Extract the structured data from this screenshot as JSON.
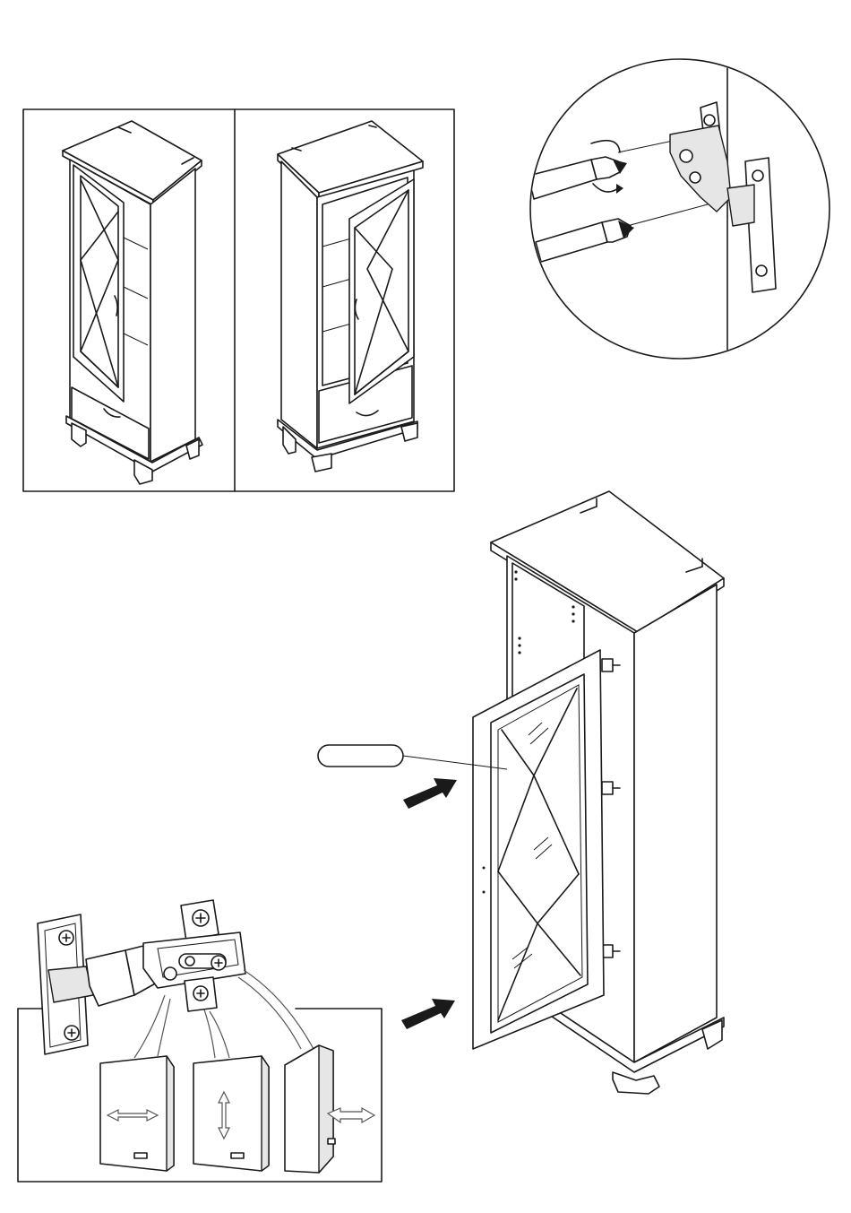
{
  "figure": {
    "callout_label": "",
    "panels": [
      {
        "id": "variant-left-hinge"
      },
      {
        "id": "variant-right-hinge"
      },
      {
        "id": "hinge-screw-detail"
      },
      {
        "id": "door-mounting"
      },
      {
        "id": "hinge-adjustment"
      }
    ],
    "adjustments": [
      "horizontal",
      "vertical",
      "depth"
    ]
  },
  "icons": {
    "push": "arrow-right-icon",
    "screwdriver": "screwdriver-icon",
    "rotate": "rotate-arrow-icon"
  }
}
